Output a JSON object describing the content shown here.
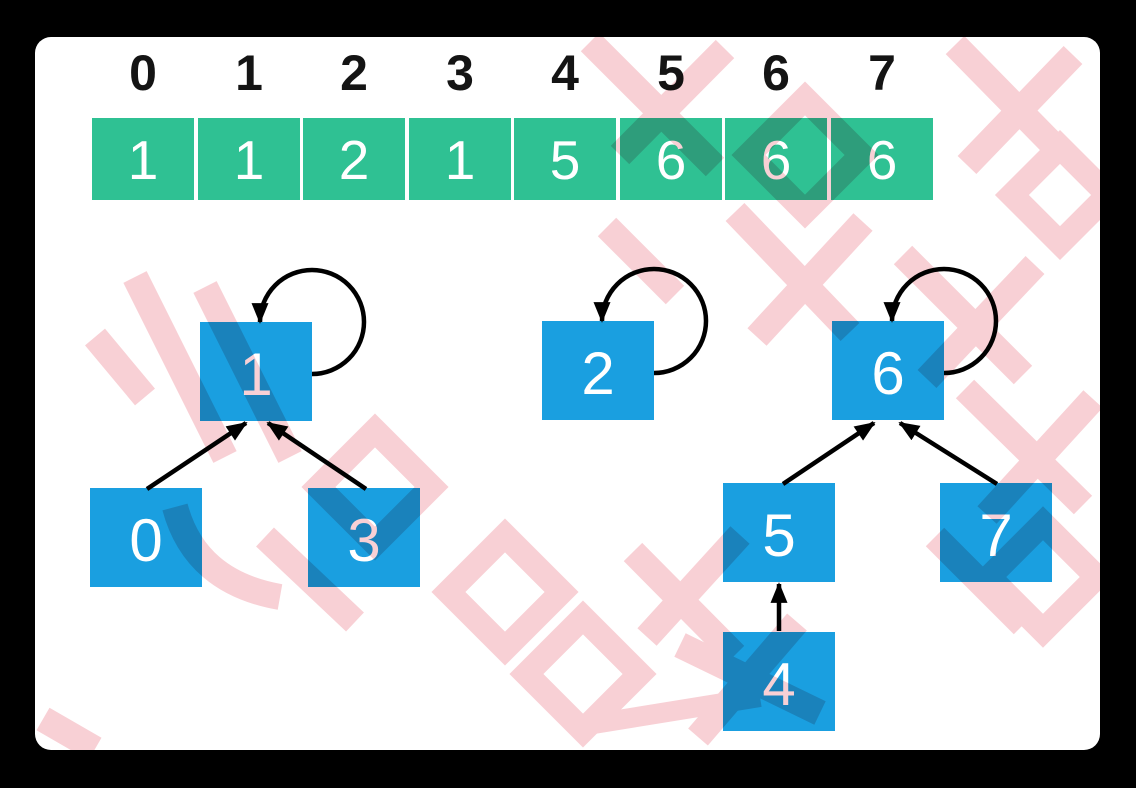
{
  "slide": {
    "background_color": "#000000",
    "card_color": "#ffffff"
  },
  "array": {
    "indices": [
      "0",
      "1",
      "2",
      "3",
      "4",
      "5",
      "6",
      "7"
    ],
    "values": [
      "1",
      "1",
      "2",
      "1",
      "5",
      "6",
      "6",
      "6"
    ],
    "cell_color": "#2fc193",
    "value_text_color": "#ffffff",
    "index_text_color": "#141414"
  },
  "forest": {
    "node_color": "#1a9fe0",
    "node_text_color": "#ffffff",
    "arrow_color": "#000000",
    "nodes": [
      {
        "label": "1"
      },
      {
        "label": "2"
      },
      {
        "label": "6"
      },
      {
        "label": "0"
      },
      {
        "label": "3"
      },
      {
        "label": "5"
      },
      {
        "label": "7"
      },
      {
        "label": "4"
      }
    ],
    "edges": [
      {
        "from": "1",
        "to": "1",
        "type": "self-loop"
      },
      {
        "from": "2",
        "to": "2",
        "type": "self-loop"
      },
      {
        "from": "6",
        "to": "6",
        "type": "self-loop"
      },
      {
        "from": "0",
        "to": "1",
        "type": "parent-pointer"
      },
      {
        "from": "3",
        "to": "1",
        "type": "parent-pointer"
      },
      {
        "from": "5",
        "to": "6",
        "type": "parent-pointer"
      },
      {
        "from": "7",
        "to": "6",
        "type": "parent-pointer"
      },
      {
        "from": "4",
        "to": "5",
        "type": "parent-pointer"
      }
    ]
  },
  "watermark": {
    "color": "#f8d0d5",
    "style": "rotated pink CJK brand watermark (decorative)"
  }
}
